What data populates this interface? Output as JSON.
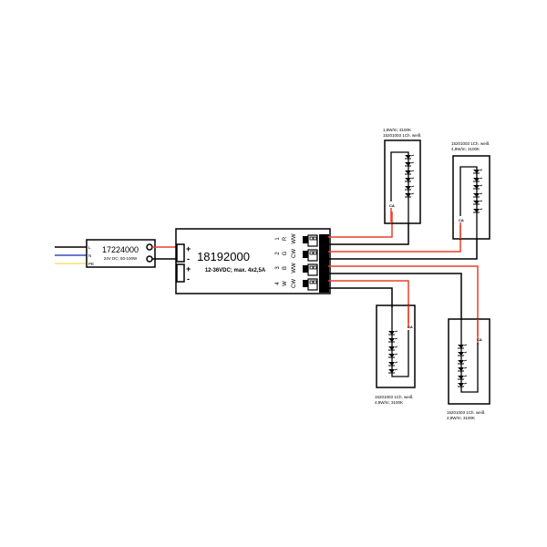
{
  "power_supply": {
    "model": "17224000",
    "spec": "24V DC; 50-100W",
    "inputs": [
      "L",
      "N",
      "PE"
    ]
  },
  "controller": {
    "model": "18192000",
    "spec": "12-36VDC; max. 4x2,5A",
    "plus": "+",
    "minus": "-",
    "channels": [
      {
        "num": "1",
        "color": "R",
        "type": "WW"
      },
      {
        "num": "2",
        "color": "G",
        "type": "CW"
      },
      {
        "num": "3",
        "color": "B",
        "type": "WW"
      },
      {
        "num": "4",
        "color": "W",
        "type": "CW"
      }
    ]
  },
  "strips": [
    {
      "line1": "1,8W/m; 3100K",
      "line2": "15201003 1Ch. weiß",
      "ca": "CA"
    },
    {
      "line1": "15201003 1Ch. weiß",
      "line2": "4,8W/m; 3100K",
      "ca": "CA"
    },
    {
      "line1": "15201003 1Ch. weiß",
      "line2": "4,8W/m; 3100K",
      "ca": "CA"
    },
    {
      "line1": "15201003 1Ch. weiß",
      "line2": "4,8W/m; 3100K",
      "ca": "CA"
    }
  ],
  "colors": {
    "positive": "#e8412c",
    "negative": "#000000",
    "neutral": "#3b4cc0",
    "earth": "#f2e46a"
  }
}
